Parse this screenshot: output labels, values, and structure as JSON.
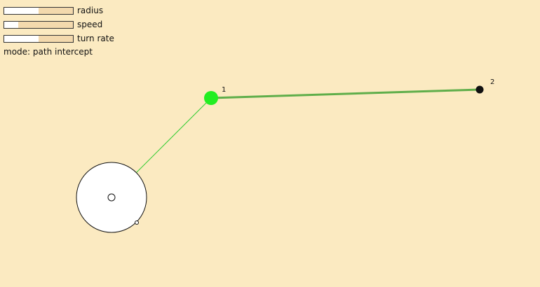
{
  "controls": {
    "sliders": [
      {
        "label": "radius",
        "value": 0.5
      },
      {
        "label": "speed",
        "value": 0.2
      },
      {
        "label": "turn rate",
        "value": 0.5
      }
    ],
    "mode": "mode: path intercept"
  },
  "waypoints": [
    {
      "label": "1",
      "color": "#22ee22"
    },
    {
      "label": "2",
      "color": "#111111"
    }
  ],
  "colors": {
    "background": "#fbeac1",
    "path": "#5fae4a",
    "guide": "#33cc33"
  }
}
